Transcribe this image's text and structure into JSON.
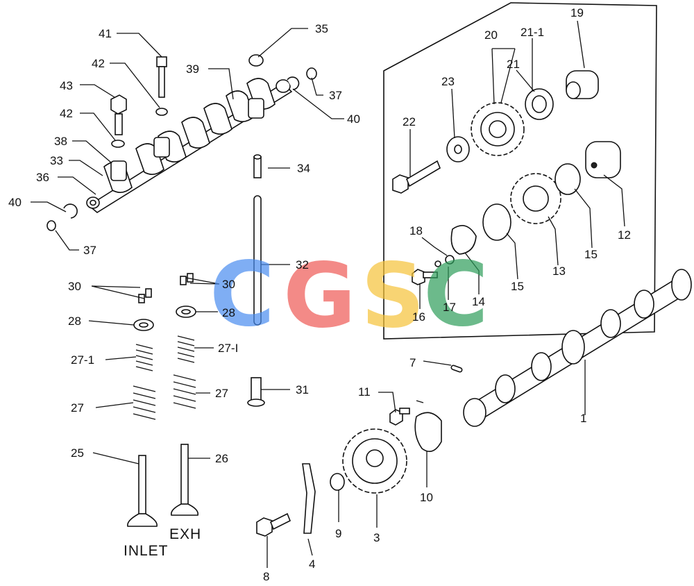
{
  "watermark": {
    "letters": [
      "C",
      "G",
      "S",
      "C"
    ],
    "colors": [
      "#4a8df0",
      "#ee5a55",
      "#f6c338",
      "#2e9e5b"
    ]
  },
  "captions": {
    "inlet": "INLET",
    "exhaust": "EXH"
  },
  "labels": {
    "p1": "1",
    "p3": "3",
    "p4": "4",
    "p7": "7",
    "p8": "8",
    "p9": "9",
    "p10": "10",
    "p11": "11",
    "p12": "12",
    "p13": "13",
    "p14": "14",
    "p15a": "15",
    "p15b": "15",
    "p16": "16",
    "p17": "17",
    "p18": "18",
    "p19": "19",
    "p20": "20",
    "p21": "21",
    "p21_1": "21-1",
    "p22": "22",
    "p23": "23",
    "p25": "25",
    "p26": "26",
    "p27a": "27",
    "p27b": "27",
    "p27_1a": "27-1",
    "p27_1b": "27-I",
    "p28a": "28",
    "p28b": "28",
    "p30a": "30",
    "p30b": "30",
    "p31": "31",
    "p32": "32",
    "p33": "33",
    "p34": "34",
    "p35": "35",
    "p36": "36",
    "p37a": "37",
    "p37b": "37",
    "p38": "38",
    "p39": "39",
    "p40a": "40",
    "p40b": "40",
    "p41": "41",
    "p42a": "42",
    "p42b": "42",
    "p43": "43"
  }
}
